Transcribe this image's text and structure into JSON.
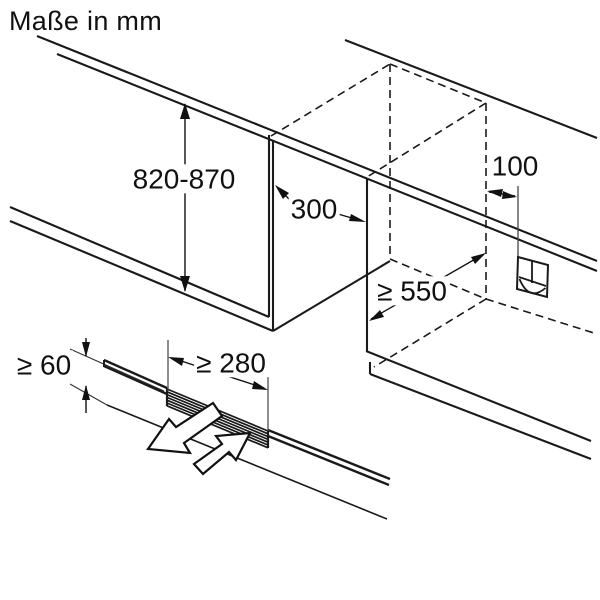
{
  "title": "Maße in mm",
  "diagram": {
    "type": "appliance-installation-dimension-drawing",
    "unit": "mm",
    "dimensions": {
      "niche_height": "820-870",
      "niche_width": "300",
      "socket_distance": "100",
      "niche_depth": "≥ 550",
      "plinth_vent_height": "≥ 60",
      "plinth_vent_width": "≥ 280"
    },
    "symbols": {
      "socket": "power-socket",
      "air_out": "airflow-out-arrow",
      "air_in": "airflow-in-arrow"
    },
    "colors": {
      "line": "#1a1a1a",
      "dimension_line": "#444444",
      "background": "#ffffff"
    }
  }
}
